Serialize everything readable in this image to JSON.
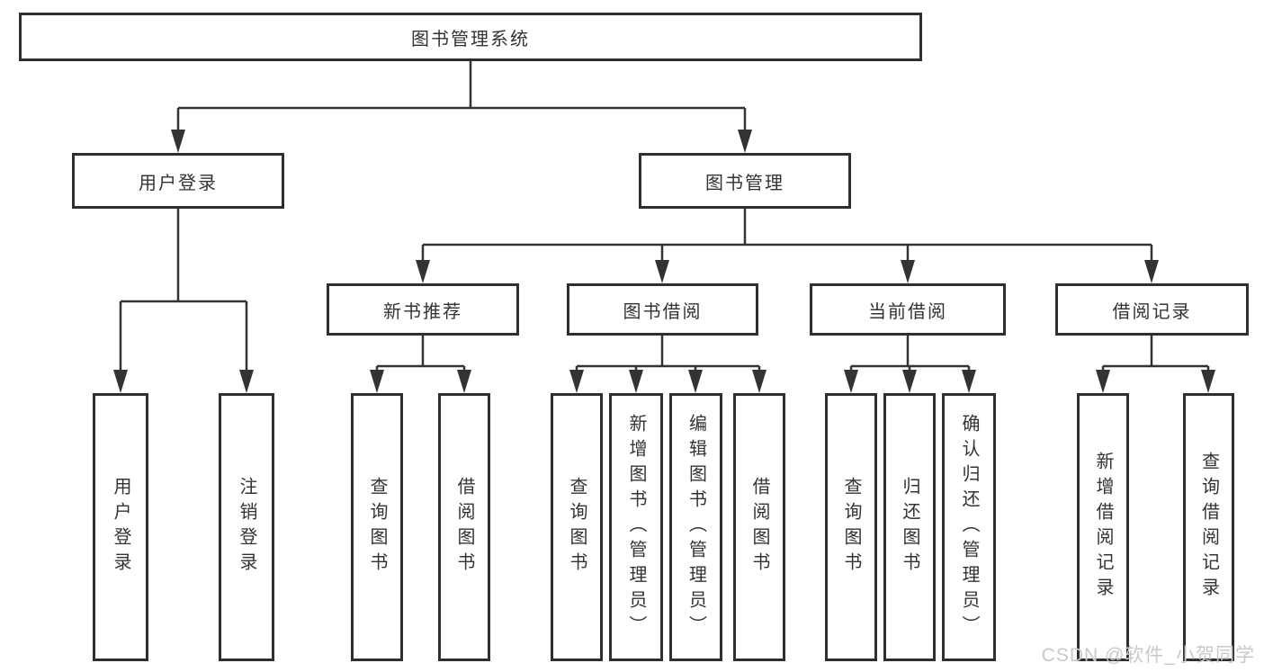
{
  "diagram": {
    "root_label": "图书管理系统",
    "branches": [
      {
        "label": "用户登录",
        "children": [
          {
            "label": "用户登录"
          },
          {
            "label": "注销登录"
          }
        ]
      },
      {
        "label": "图书管理",
        "children": [
          {
            "label": "新书推荐",
            "children": [
              {
                "label": "查询图书"
              },
              {
                "label": "借阅图书"
              }
            ]
          },
          {
            "label": "图书借阅",
            "children": [
              {
                "label": "查询图书"
              },
              {
                "label": "新增图书（管理员）"
              },
              {
                "label": "编辑图书（管理员）"
              },
              {
                "label": "借阅图书"
              }
            ]
          },
          {
            "label": "当前借阅",
            "children": [
              {
                "label": "查询图书"
              },
              {
                "label": "归还图书"
              },
              {
                "label": "确认归还（管理员）"
              }
            ]
          },
          {
            "label": "借阅记录",
            "children": [
              {
                "label": "新增借阅记录"
              },
              {
                "label": "查询借阅记录"
              }
            ]
          }
        ]
      }
    ]
  },
  "watermark": {
    "text": "CSDN @软件_小贺同学"
  },
  "colors": {
    "line": "#333333",
    "box_border": "#2f2f2f",
    "text": "#333333",
    "watermark": "#c9c9c9",
    "background": "#ffffff"
  }
}
